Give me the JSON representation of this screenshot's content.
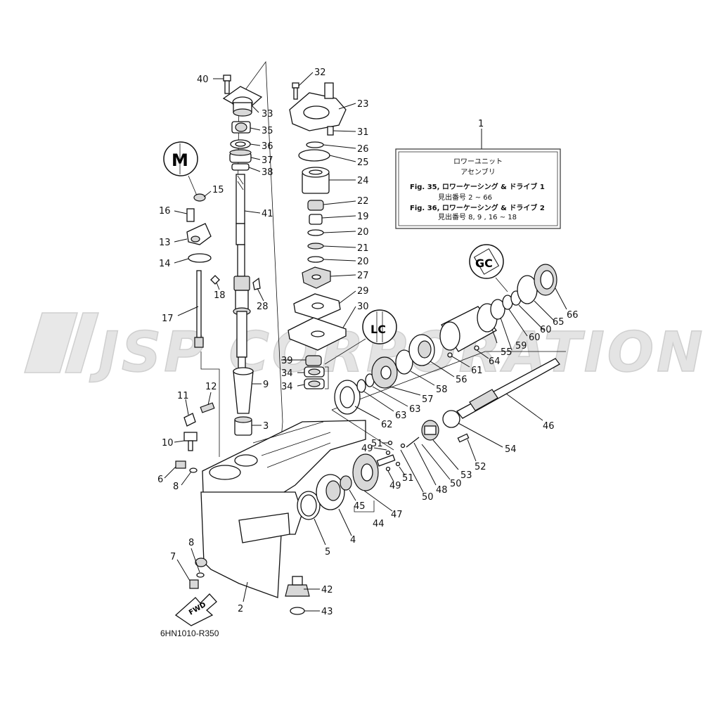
{
  "watermark": "JSP CORPORATION",
  "diagram_code": "6HN1010-R350",
  "fwd_label": "FWD",
  "info_box": {
    "callout": "1",
    "title_line1": "ロワーユニット",
    "title_line2": "アセンブリ",
    "line3": "Fig. 35, ロワーケーシング & ドライブ 1",
    "line4": "見出番号 2 ~ 66",
    "line5": "Fig. 36, ロワーケーシング & ドライブ 2",
    "line6": "見出番号 8, 9 , 16 ~ 18"
  },
  "badges": {
    "m": "M",
    "gc": "GC",
    "lc": "LC"
  },
  "callouts": [
    {
      "id": "c40",
      "label": "40"
    },
    {
      "id": "c33",
      "label": "33"
    },
    {
      "id": "c35",
      "label": "35"
    },
    {
      "id": "c36",
      "label": "36"
    },
    {
      "id": "c37",
      "label": "37"
    },
    {
      "id": "c38",
      "label": "38"
    },
    {
      "id": "c41",
      "label": "41"
    },
    {
      "id": "c32",
      "label": "32"
    },
    {
      "id": "c23",
      "label": "23"
    },
    {
      "id": "c31",
      "label": "31"
    },
    {
      "id": "c26",
      "label": "26"
    },
    {
      "id": "c25",
      "label": "25"
    },
    {
      "id": "c24",
      "label": "24"
    },
    {
      "id": "c22",
      "label": "22"
    },
    {
      "id": "c19",
      "label": "19"
    },
    {
      "id": "c20a",
      "label": "20"
    },
    {
      "id": "c21",
      "label": "21"
    },
    {
      "id": "c20b",
      "label": "20"
    },
    {
      "id": "c27",
      "label": "27"
    },
    {
      "id": "c29",
      "label": "29"
    },
    {
      "id": "c30",
      "label": "30"
    },
    {
      "id": "c28",
      "label": "28"
    },
    {
      "id": "c15",
      "label": "15"
    },
    {
      "id": "c16",
      "label": "16"
    },
    {
      "id": "c13",
      "label": "13"
    },
    {
      "id": "c14",
      "label": "14"
    },
    {
      "id": "c18",
      "label": "18"
    },
    {
      "id": "c17",
      "label": "17"
    },
    {
      "id": "c39",
      "label": "39"
    },
    {
      "id": "c34a",
      "label": "34"
    },
    {
      "id": "c34b",
      "label": "34"
    },
    {
      "id": "c9",
      "label": "9"
    },
    {
      "id": "c11",
      "label": "11"
    },
    {
      "id": "c12",
      "label": "12"
    },
    {
      "id": "c3",
      "label": "3"
    },
    {
      "id": "c10",
      "label": "10"
    },
    {
      "id": "c6",
      "label": "6"
    },
    {
      "id": "c8a",
      "label": "8"
    },
    {
      "id": "c8b",
      "label": "8"
    },
    {
      "id": "c7",
      "label": "7"
    },
    {
      "id": "c2",
      "label": "2"
    },
    {
      "id": "c5",
      "label": "5"
    },
    {
      "id": "c4",
      "label": "4"
    },
    {
      "id": "c45",
      "label": "45"
    },
    {
      "id": "c44",
      "label": "44"
    },
    {
      "id": "c47",
      "label": "47"
    },
    {
      "id": "c42",
      "label": "42"
    },
    {
      "id": "c43",
      "label": "43"
    },
    {
      "id": "c62",
      "label": "62"
    },
    {
      "id": "c63a",
      "label": "63"
    },
    {
      "id": "c63b",
      "label": "63"
    },
    {
      "id": "c57",
      "label": "57"
    },
    {
      "id": "c58",
      "label": "58"
    },
    {
      "id": "c56",
      "label": "56"
    },
    {
      "id": "c61",
      "label": "61"
    },
    {
      "id": "c64",
      "label": "64"
    },
    {
      "id": "c55",
      "label": "55"
    },
    {
      "id": "c59",
      "label": "59"
    },
    {
      "id": "c60a",
      "label": "60"
    },
    {
      "id": "c60b",
      "label": "60"
    },
    {
      "id": "c65",
      "label": "65"
    },
    {
      "id": "c66",
      "label": "66"
    },
    {
      "id": "c46",
      "label": "46"
    },
    {
      "id": "c54",
      "label": "54"
    },
    {
      "id": "c52",
      "label": "52"
    },
    {
      "id": "c53",
      "label": "53"
    },
    {
      "id": "c50a",
      "label": "50"
    },
    {
      "id": "c48",
      "label": "48"
    },
    {
      "id": "c50b",
      "label": "50"
    },
    {
      "id": "c51a",
      "label": "51"
    },
    {
      "id": "c49a",
      "label": "49"
    },
    {
      "id": "c49b",
      "label": "49"
    },
    {
      "id": "c51b",
      "label": "51"
    }
  ]
}
